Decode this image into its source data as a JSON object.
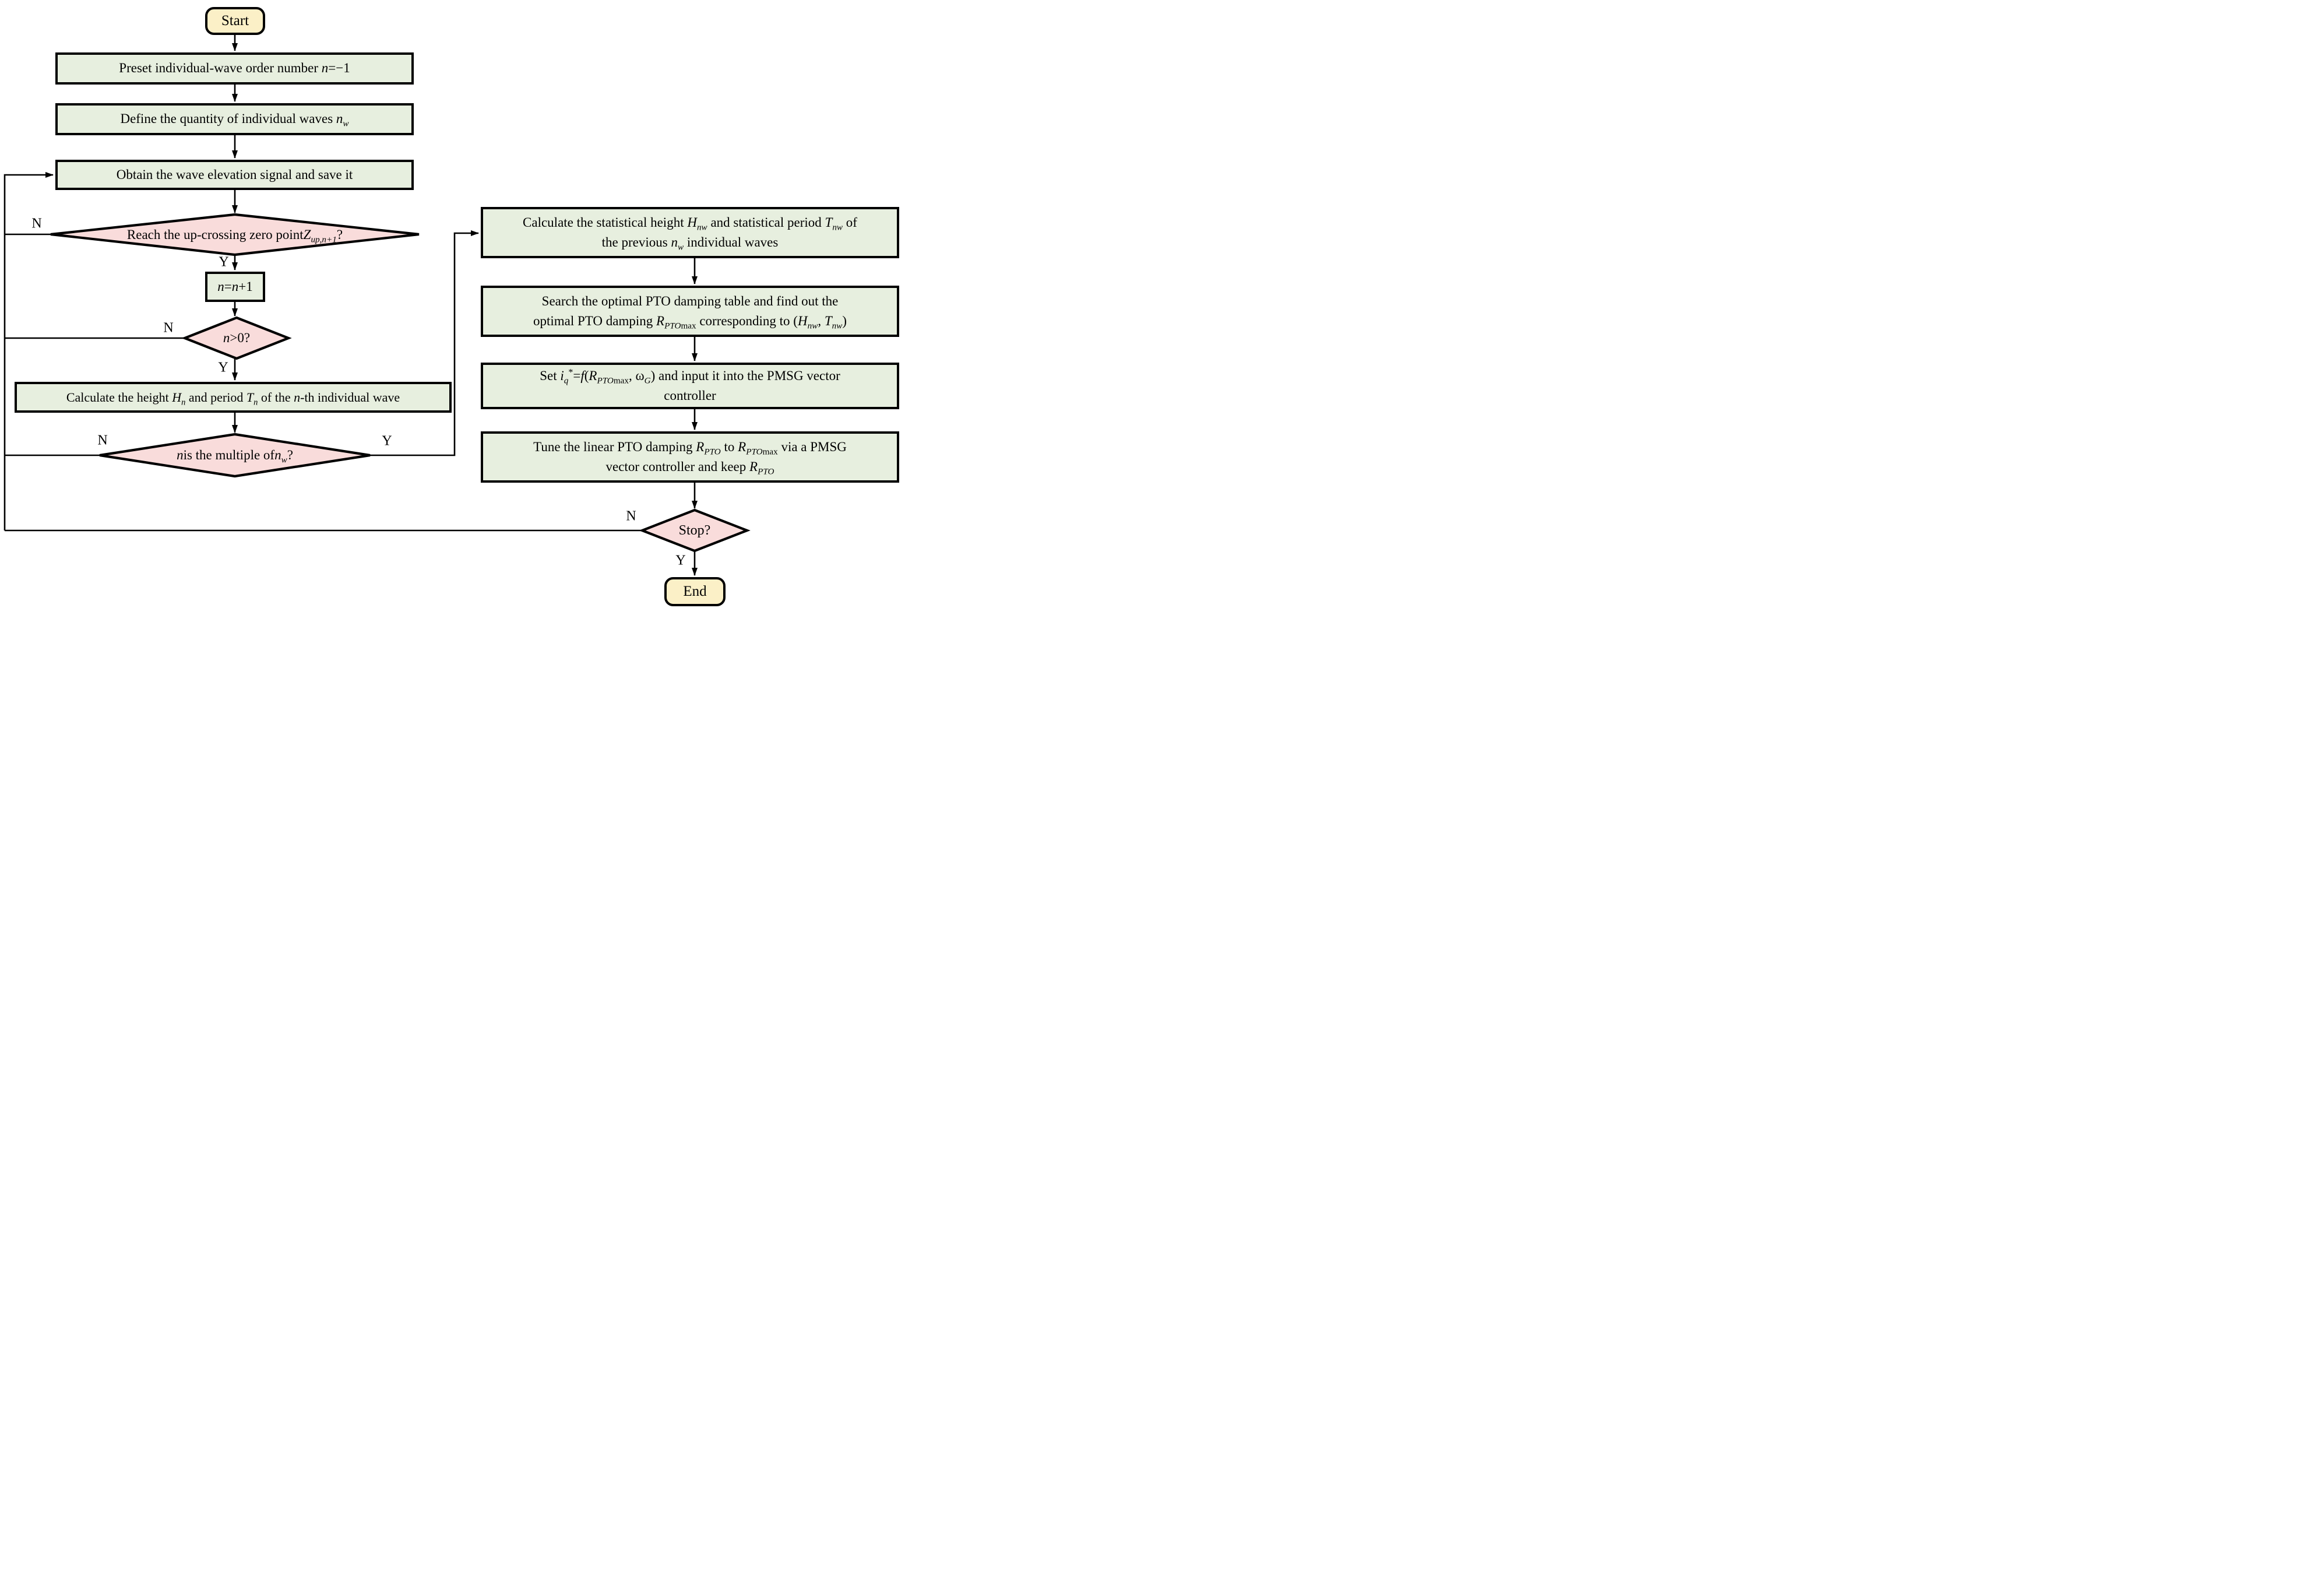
{
  "diagram": {
    "colors": {
      "line_color": "#000000",
      "process_fill": "#e7efdf",
      "decision_fill": "#f9dcdb",
      "terminal_fill": "#fbf0c7",
      "canvas_bg": "#ffffff"
    },
    "labels": {
      "yes": "Y",
      "no": "N"
    },
    "nodes": {
      "start": {
        "label": "Start"
      },
      "preset": {
        "label": "Preset individual-wave order number <i>n</i>=−1"
      },
      "define": {
        "label": "Define the quantity of individual waves <i>n<sub>w</sub></i>"
      },
      "obtain": {
        "label": "Obtain the wave elevation signal and save it"
      },
      "reach_zero": {
        "label": "Reach the up-crossing zero point <i>Z<sub>up,n+1</sub></i>?"
      },
      "increment": {
        "label": "<i>n</i>=<i>n</i>+1"
      },
      "n_positive": {
        "label": "<i>n</i>>0?"
      },
      "calc_wave": {
        "label": "Calculate the height <i>H<sub>n</sub></i> and period <i>T<sub>n</sub></i> of the <i>n</i>-th individual wave"
      },
      "multiple": {
        "label": "<i>n</i> is the multiple of <i>n<sub>w</sub></i>?"
      },
      "calc_stat": {
        "label": "Calculate the statistical height <i>H<sub>nw</sub></i> and statistical  period <i>T<sub>nw</sub></i> of<br>the previous <i>n<sub>w</sub></i> individual waves"
      },
      "search": {
        "label": "Search the optimal PTO damping table and find out the<br>optimal PTO damping <i>R<sub>PTO</sub></i><sub>max</sub> corresponding to (<i>H<sub>nw</sub></i>, <i>T<sub>nw</sub></i>)"
      },
      "set_iq": {
        "label": "Set <i>i<sub>q</sub></i><sup>*</sup>=<i>f</i>(<i>R<sub>PTO</sub></i><sub>max</sub>, ω<sub><i>G</i></sub>) and input it into the PMSG vector<br>controller"
      },
      "tune": {
        "label": "Tune the linear PTO damping <i>R<sub>PTO</sub></i> to  <i>R<sub>PTO</sub></i><sub>max</sub> via a PMSG<br>vector controller and keep  <i>R<sub>PTO</sub></i>"
      },
      "stop": {
        "label": "Stop?"
      },
      "end": {
        "label": "End"
      }
    }
  }
}
